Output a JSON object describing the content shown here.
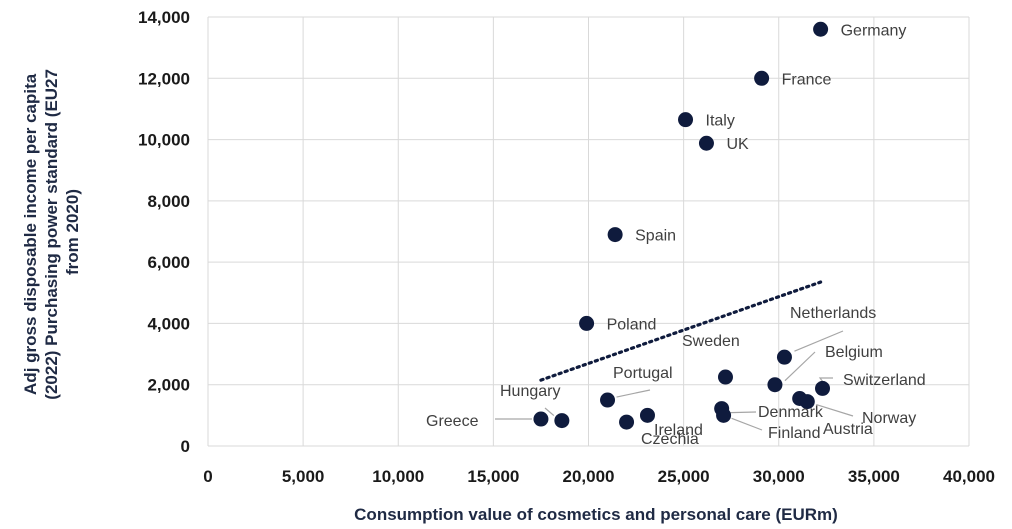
{
  "chart_data": {
    "type": "scatter",
    "xlabel": "Consumption value of cosmetics and personal care (EURm)",
    "ylabel_lines": [
      "Adj gross disposable income per capita",
      "(2022) Purchasing power standard (EU27",
      "from 2020)"
    ],
    "xlim": [
      0,
      40000
    ],
    "ylim": [
      0,
      14000
    ],
    "xticks": [
      {
        "value": 0,
        "label": "0"
      },
      {
        "value": 5000,
        "label": "5,000"
      },
      {
        "value": 10000,
        "label": "10,000"
      },
      {
        "value": 15000,
        "label": "15,000"
      },
      {
        "value": 20000,
        "label": "20,000"
      },
      {
        "value": 25000,
        "label": "25,000"
      },
      {
        "value": 30000,
        "label": "30,000"
      },
      {
        "value": 35000,
        "label": "35,000"
      },
      {
        "value": 40000,
        "label": "40,000"
      }
    ],
    "yticks": [
      {
        "value": 0,
        "label": "0"
      },
      {
        "value": 2000,
        "label": "2,000"
      },
      {
        "value": 4000,
        "label": "4,000"
      },
      {
        "value": 6000,
        "label": "6,000"
      },
      {
        "value": 8000,
        "label": "8,000"
      },
      {
        "value": 10000,
        "label": "10,000"
      },
      {
        "value": 12000,
        "label": "12,000"
      },
      {
        "value": 14000,
        "label": "14,000"
      }
    ],
    "grid": true,
    "marker_color": "#0f1b3d",
    "trendline": {
      "style": "dotted",
      "color": "#0f1b3d",
      "from": [
        17500,
        2150
      ],
      "to": [
        32200,
        5350
      ]
    },
    "points": [
      {
        "name": "Germany",
        "x": 32200,
        "y": 13600
      },
      {
        "name": "France",
        "x": 29100,
        "y": 12000
      },
      {
        "name": "Italy",
        "x": 25100,
        "y": 10650
      },
      {
        "name": "UK",
        "x": 26200,
        "y": 9880
      },
      {
        "name": "Spain",
        "x": 21400,
        "y": 6900
      },
      {
        "name": "Poland",
        "x": 19900,
        "y": 4000
      },
      {
        "name": "Netherlands",
        "x": 30300,
        "y": 2900
      },
      {
        "name": "Belgium",
        "x": 29800,
        "y": 2000
      },
      {
        "name": "Sweden",
        "x": 27200,
        "y": 2250
      },
      {
        "name": "Switzerland",
        "x": 32300,
        "y": 1880
      },
      {
        "name": "Austria",
        "x": 31100,
        "y": 1550
      },
      {
        "name": "Norway",
        "x": 31500,
        "y": 1450
      },
      {
        "name": "Denmark",
        "x": 27000,
        "y": 1220
      },
      {
        "name": "Finland",
        "x": 27100,
        "y": 1000
      },
      {
        "name": "Portugal",
        "x": 21000,
        "y": 1500
      },
      {
        "name": "Ireland",
        "x": 23100,
        "y": 1000
      },
      {
        "name": "Czechia",
        "x": 22000,
        "y": 780
      },
      {
        "name": "Hungary",
        "x": 18600,
        "y": 830
      },
      {
        "name": "Greece",
        "x": 17500,
        "y": 880
      }
    ]
  }
}
